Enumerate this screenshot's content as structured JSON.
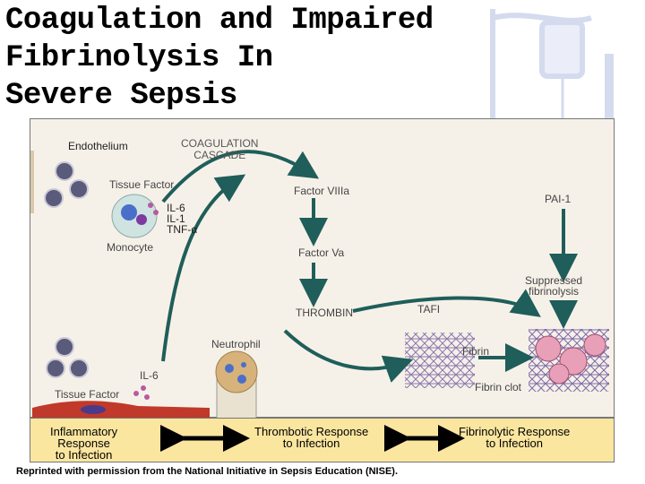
{
  "title": "Coagulation and Impaired\nFibrinolysis In\nSevere Sepsis",
  "labels": {
    "endothelium": "Endothelium",
    "coagulation_cascade": "COAGULATION\nCASCADE",
    "tissue_factor_top": "Tissue Factor",
    "factor_viiia": "Factor VIIIa",
    "pai1": "PAI-1",
    "cytokines": "IL-6\nIL-1\nTNF-α",
    "monocyte": "Monocyte",
    "factor_va": "Factor Va",
    "suppressed_fibrinolysis": "Suppressed\nfibrinolysis",
    "thrombin": "THROMBIN",
    "tafi": "TAFI",
    "neutrophil": "Neutrophil",
    "fibrin": "Fibrin",
    "il6_bottom": "IL-6",
    "fibrin_clot": "Fibrin clot",
    "tissue_factor_bottom": "Tissue Factor"
  },
  "responses": {
    "inflammatory": "Inflammatory\nResponse\nto Infection",
    "thrombotic": "Thrombotic Response\nto Infection",
    "fibrinolytic": "Fibrinolytic Response\nto Infection"
  },
  "credit": "Reprinted with permission from the National Initiative in Sepsis Education (NISE).",
  "colors": {
    "arrow": "#1f5e5a",
    "panel": "#f6f1e8",
    "response_bar": "#fbe6a0",
    "endothelium_cell": "#c0392b"
  }
}
